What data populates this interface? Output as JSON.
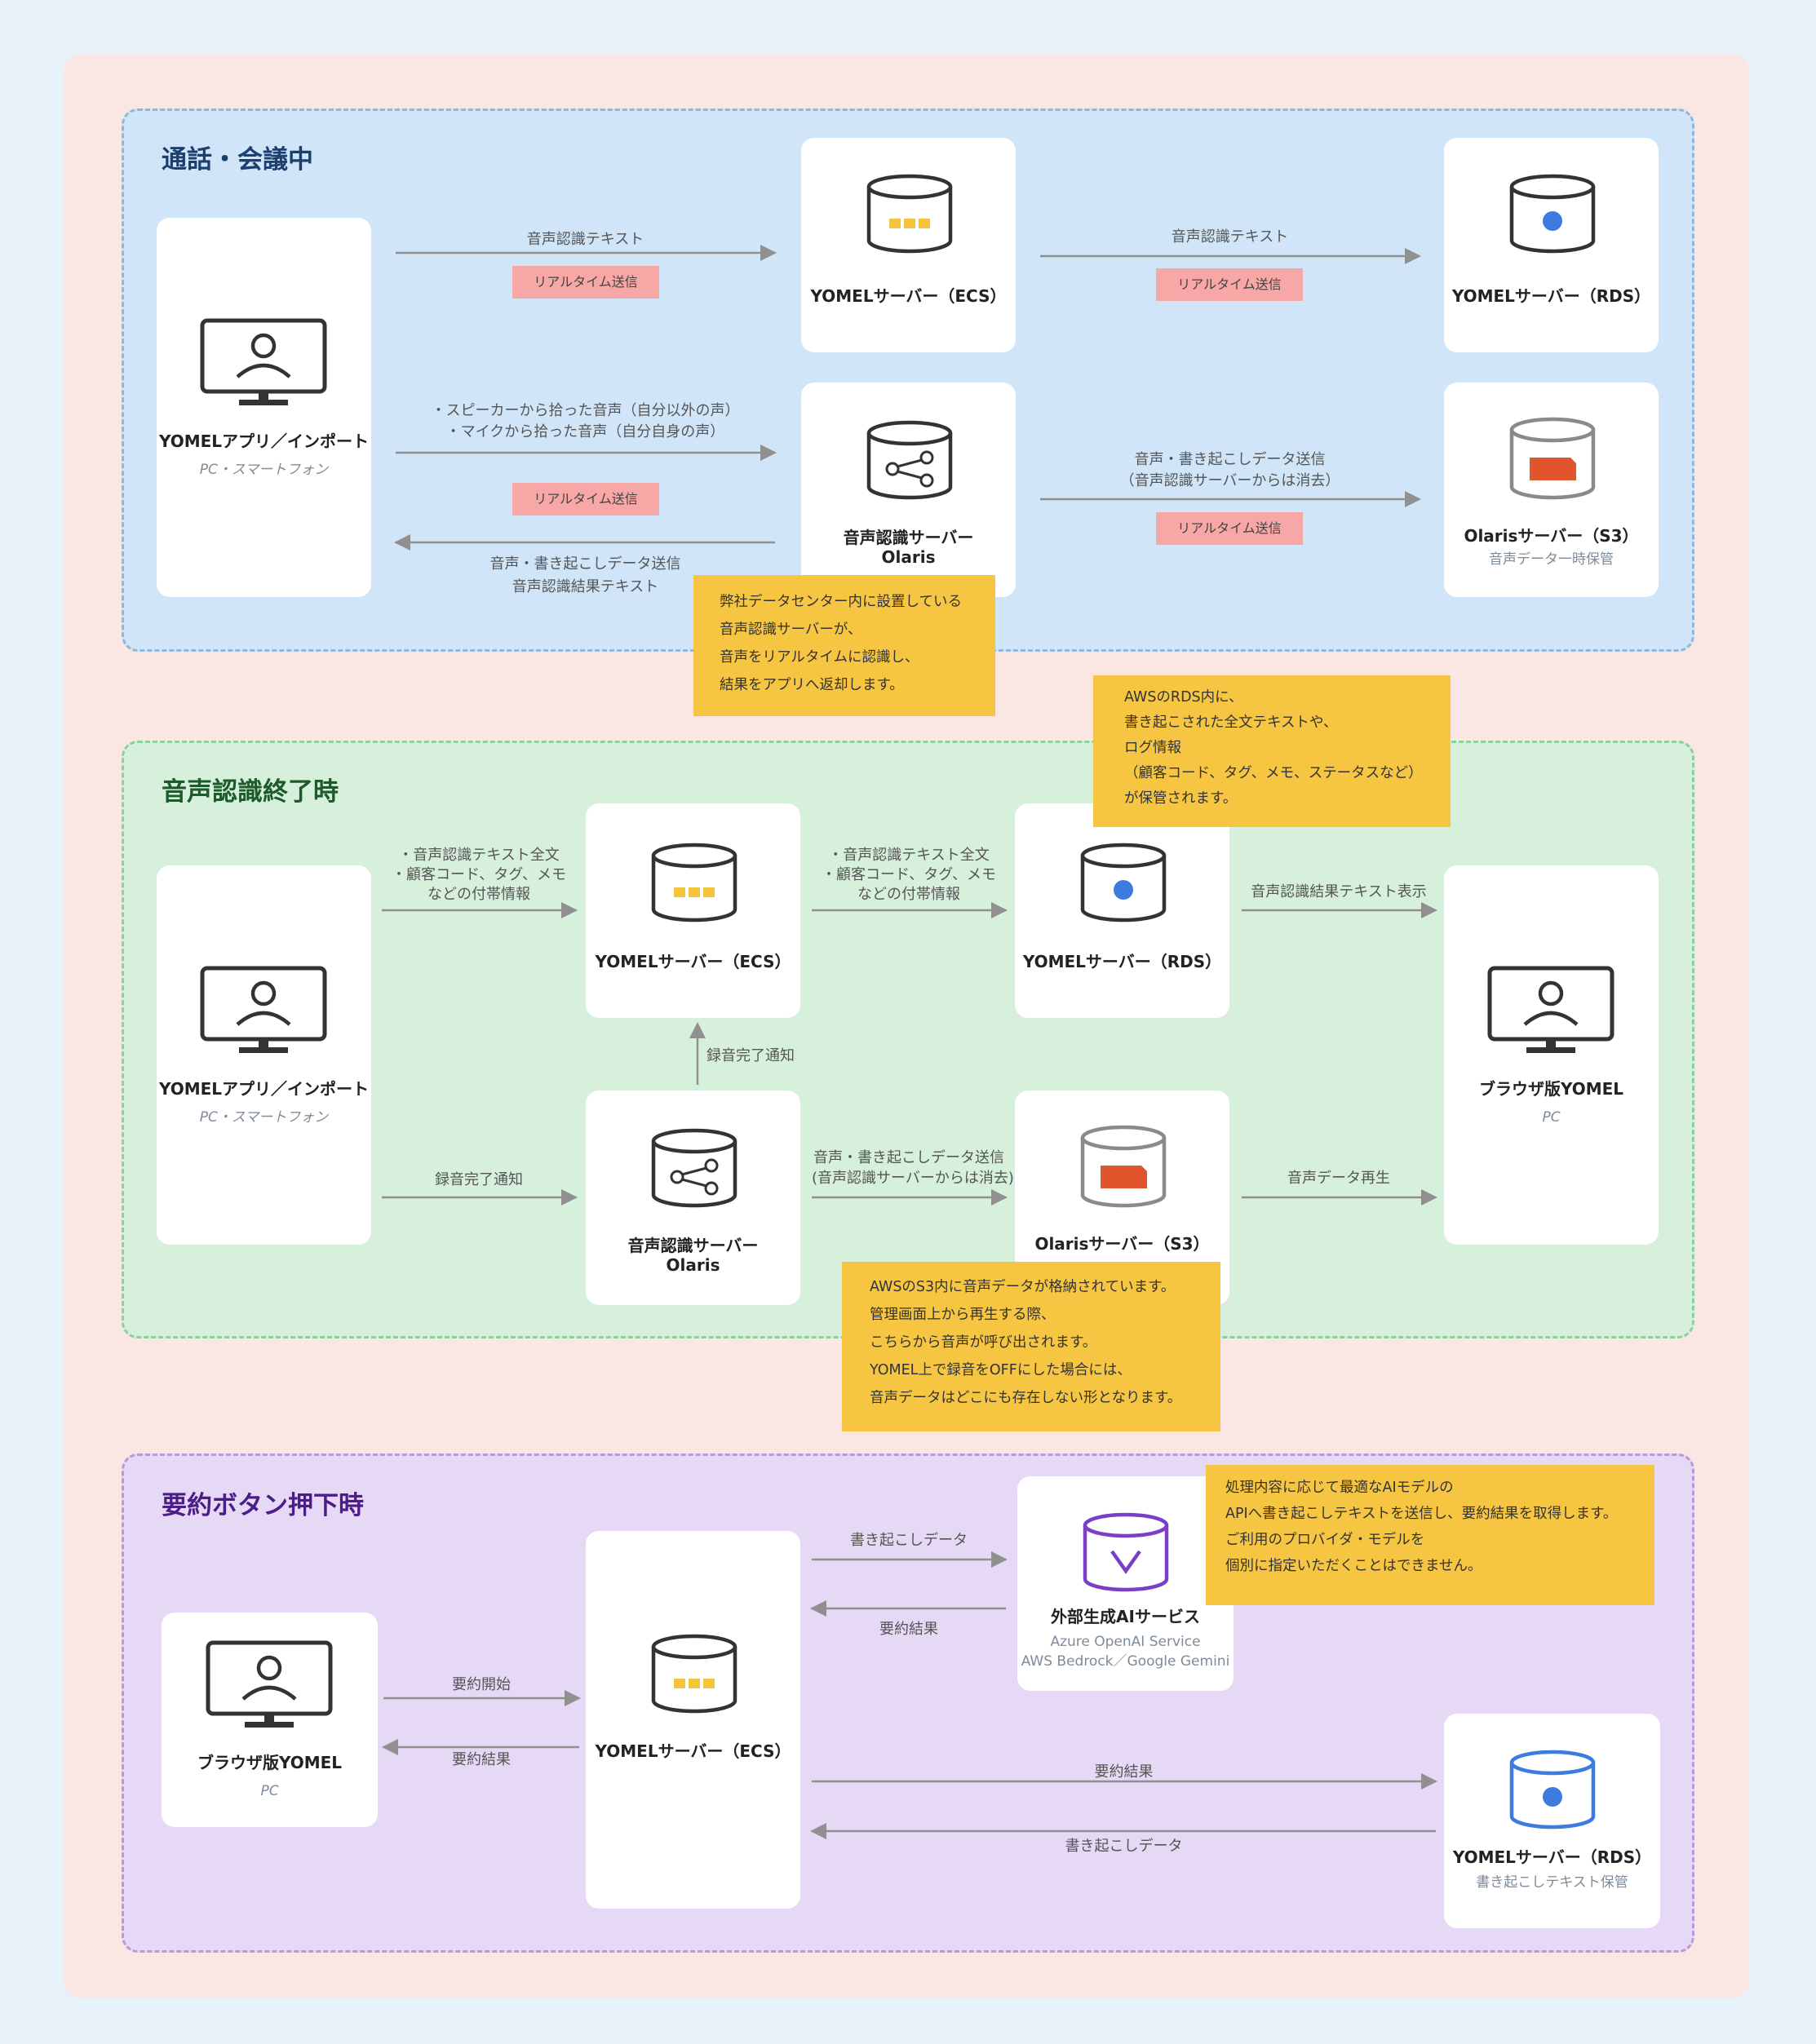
{
  "sections": {
    "during_call": {
      "title": "通話・会議中",
      "app": {
        "label": "YOMELアプリ／インポート",
        "sub": "PC・スマートフォン"
      },
      "ecs": {
        "label": "YOMELサーバー（ECS）"
      },
      "rds": {
        "label": "YOMELサーバー（RDS）"
      },
      "olaris": {
        "label1": "音声認識サーバー",
        "label2": "Olaris"
      },
      "s3": {
        "label": "Olarisサーバー（S3）",
        "sub": "音声データ一時保管"
      },
      "arrow_app_ecs": "音声認識テキスト",
      "arrow_ecs_rds": "音声認識テキスト",
      "arrow_app_olaris_1": "・スピーカーから拾った音声（自分以外の声）",
      "arrow_app_olaris_2": "・マイクから拾った音声（自分自身の声）",
      "arrow_olaris_app_1": "音声・書き起こしデータ送信",
      "arrow_olaris_app_2": "音声認識結果テキスト",
      "arrow_olaris_s3_1": "音声・書き起こしデータ送信",
      "arrow_olaris_s3_2": "（音声認識サーバーからは消去）",
      "realtime": "リアルタイム送信",
      "note": [
        "弊社データセンター内に設置している",
        "音声認識サーバーが、",
        "音声をリアルタイムに認識し、",
        "結果をアプリへ返却します。"
      ]
    },
    "recognition_end": {
      "title": "音声認識終了時",
      "app": {
        "label": "YOMELアプリ／インポート",
        "sub": "PC・スマートフォン"
      },
      "ecs": {
        "label": "YOMELサーバー（ECS）"
      },
      "rds": {
        "label": "YOMELサーバー（RDS）"
      },
      "olaris": {
        "label1": "音声認識サーバー",
        "label2": "Olaris"
      },
      "s3": {
        "label": "Olarisサーバー（S3）"
      },
      "browser": {
        "label": "ブラウザ版YOMEL",
        "sub": "PC"
      },
      "arrow_app_ecs": [
        "・音声認識テキスト全文",
        "・顧客コード、タグ、メモ",
        "などの付帯情報"
      ],
      "arrow_ecs_rds": [
        "・音声認識テキスト全文",
        "・顧客コード、タグ、メモ",
        "などの付帯情報"
      ],
      "arrow_rds_browser": "音声認識結果テキスト表示",
      "arrow_olaris_ecs": "録音完了通知",
      "arrow_app_olaris": "録音完了通知",
      "arrow_olaris_s3": [
        "音声・書き起こしデータ送信",
        "(音声認識サーバーからは消去)"
      ],
      "arrow_s3_browser": "音声データ再生",
      "note_rds": [
        "AWSのRDS内に、",
        "書き起こされた全文テキストや、",
        "ログ情報",
        "（顧客コード、タグ、メモ、ステータスなど）",
        "が保管されます。"
      ],
      "note_s3": [
        "AWSのS3内に音声データが格納されています。",
        "管理画面上から再生する際、",
        "こちらから音声が呼び出されます。",
        "YOMEL上で録音をOFFにした場合には、",
        "音声データはどこにも存在しない形となります。"
      ]
    },
    "summary": {
      "title": "要約ボタン押下時",
      "browser": {
        "label": "ブラウザ版YOMEL",
        "sub": "PC"
      },
      "ecs": {
        "label": "YOMELサーバー（ECS）"
      },
      "ai": {
        "label": "外部生成AIサービス",
        "sub1": "Azure OpenAI Service",
        "sub2": "AWS Bedrock／Google Gemini"
      },
      "rds": {
        "label": "YOMELサーバー（RDS）",
        "sub": "書き起こしテキスト保管"
      },
      "arrow_browser_ecs": "要約開始",
      "arrow_ecs_browser": "要約結果",
      "arrow_ecs_ai": "書き起こしデータ",
      "arrow_ai_ecs": "要約結果",
      "arrow_ecs_rds": "要約結果",
      "arrow_rds_ecs": "書き起こしデータ",
      "note": [
        "処理内容に応じて最適なAIモデルの",
        "APIへ書き起こしテキストを送信し、要約結果を取得します。",
        "ご利用のプロバイダ・モデルを",
        "個別に指定いただくことはできません。"
      ]
    }
  },
  "colors": {
    "blue_panel": "#d0e5f8",
    "green_panel": "#d6f0dc",
    "purple_panel": "#e6d9f5",
    "realtime_badge": "#f7a8a6",
    "note": "#f6c542",
    "s3_block": "#e0552b",
    "ecs_dots": "#f4c53c",
    "rds_dot": "#3d7be0",
    "ai_icon": "#7a3fc6"
  },
  "icons": [
    "monitor-user-icon",
    "database-dots-icon",
    "database-dot-icon",
    "database-share-icon",
    "database-bucket-icon",
    "database-ai-icon"
  ]
}
